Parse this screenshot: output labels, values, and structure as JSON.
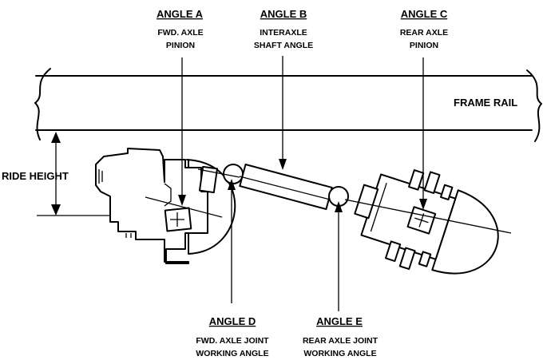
{
  "angle_a": {
    "title": "ANGLE A",
    "line1": "FWD. AXLE",
    "line2": "PINION"
  },
  "angle_b": {
    "title": "ANGLE B",
    "line1": "INTERAXLE",
    "line2": "SHAFT ANGLE"
  },
  "angle_c": {
    "title": "ANGLE C",
    "line1": "REAR AXLE",
    "line2": "PINION"
  },
  "angle_d": {
    "title": "ANGLE D",
    "line1": "FWD. AXLE JOINT",
    "line2": "WORKING ANGLE"
  },
  "angle_e": {
    "title": "ANGLE E",
    "line1": "REAR AXLE JOINT",
    "line2": "WORKING ANGLE"
  },
  "frame_rail_label": "FRAME RAIL",
  "ride_height_label": "RIDE HEIGHT"
}
